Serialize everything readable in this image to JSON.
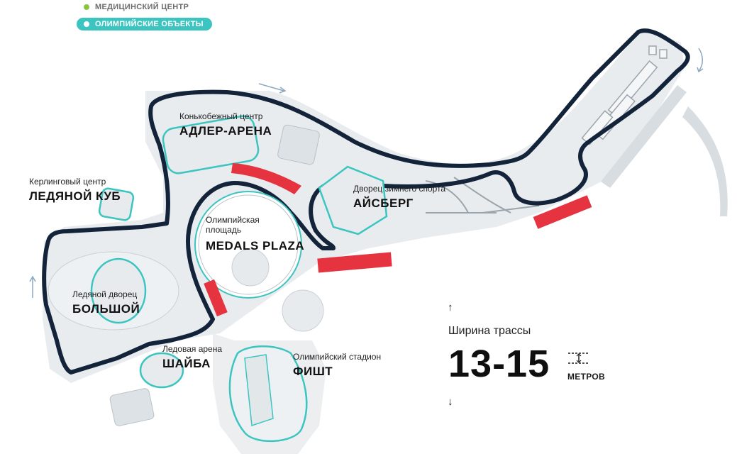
{
  "colors": {
    "track": "#12233a",
    "olympic_objects": "#3cc5c0",
    "medical_center": "#8bc43f",
    "pit_structures": "#e5333f",
    "ground": "#e9ecef"
  },
  "legend": {
    "medical_center": "МЕДИЦИНСКИЙ ЦЕНТР",
    "olympic_objects": "ОЛИМПИЙСКИЕ ОБЪЕКТЫ"
  },
  "venues": {
    "adler_arena": {
      "subtitle": "Конькобежный центр",
      "name": "АДЛЕР-АРЕНА"
    },
    "ice_cube": {
      "subtitle": "Керлинговый центр",
      "name": "ЛЕДЯНОЙ КУБ"
    },
    "iceberg": {
      "subtitle": "Дворец зимнего спорта",
      "name": "АЙСБЕРГ"
    },
    "medals_plaza": {
      "subtitle_line1": "Олимпийская",
      "subtitle_line2": "площадь",
      "name": "MEDALS PLAZA"
    },
    "bolshoy": {
      "subtitle": "Ледяной дворец",
      "name": "БОЛЬШОЙ"
    },
    "shayba": {
      "subtitle": "Ледовая арена",
      "name": "ШАЙБА"
    },
    "fisht": {
      "subtitle": "Олимпийский стадион",
      "name": "ФИШТ"
    }
  },
  "track_width": {
    "label": "Ширина трассы",
    "value": "13-15",
    "unit": "МЕТРОВ",
    "arrow_up": "↑",
    "arrow_down": "↓"
  },
  "icons": {
    "direction_arrows": "direction-arrow-icon",
    "width_marker": "track-width-icon"
  }
}
